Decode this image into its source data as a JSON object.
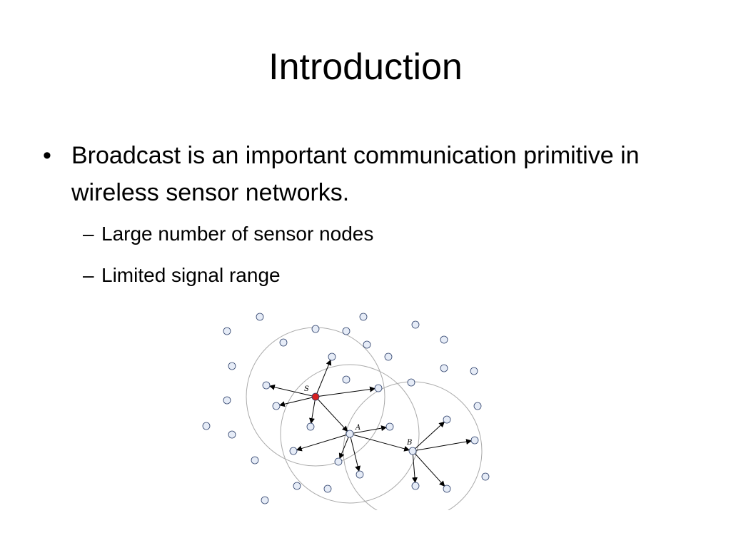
{
  "slide": {
    "title": "Introduction",
    "bullets": [
      {
        "marker": "•",
        "text": "Broadcast is an important communication primitive in wireless sensor networks."
      },
      {
        "marker": "–",
        "text": "Large number of sensor nodes"
      },
      {
        "marker": "–",
        "text": "Limited signal range"
      }
    ]
  },
  "diagram": {
    "labels": {
      "source": "S",
      "a": "A",
      "b": "B"
    },
    "colors": {
      "node_fill": "#e6ecf7",
      "node_stroke": "#2c3f6a",
      "source_fill": "#d62020",
      "range_circle": "#aaaaaa",
      "arrow": "#000000"
    }
  }
}
